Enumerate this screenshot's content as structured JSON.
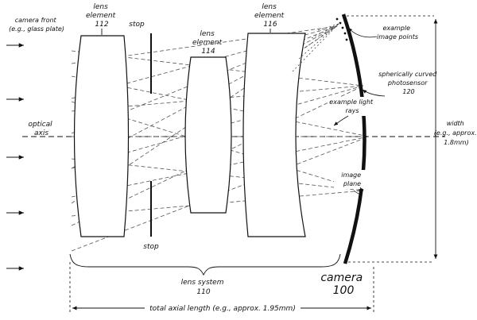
{
  "colors": {
    "ink": "#111111",
    "ray": "#555555",
    "background": "#ffffff"
  },
  "labels": {
    "camera_front": [
      "camera front",
      "(e.g., glass plate)"
    ],
    "lens_112": [
      "lens",
      "element",
      "112"
    ],
    "stop_top": "stop",
    "lens_114": [
      "lens",
      "element",
      "114"
    ],
    "lens_116": [
      "lens",
      "element",
      "116"
    ],
    "image_points": [
      "example",
      "image points"
    ],
    "photosensor": [
      "spherically curved",
      "photosensor",
      "120"
    ],
    "light_rays": [
      "example light",
      "rays"
    ],
    "optical_axis": [
      "optical",
      "axis"
    ],
    "width": [
      "width",
      "(e.g., approx.",
      "1.8mm)"
    ],
    "image_plane": [
      "image",
      "plane"
    ],
    "stop_bottom": "stop",
    "lens_system": [
      "lens system",
      "110"
    ],
    "camera": [
      "camera",
      "100"
    ],
    "total_axial_length": "total axial length (e.g., approx. 1.95mm)"
  }
}
